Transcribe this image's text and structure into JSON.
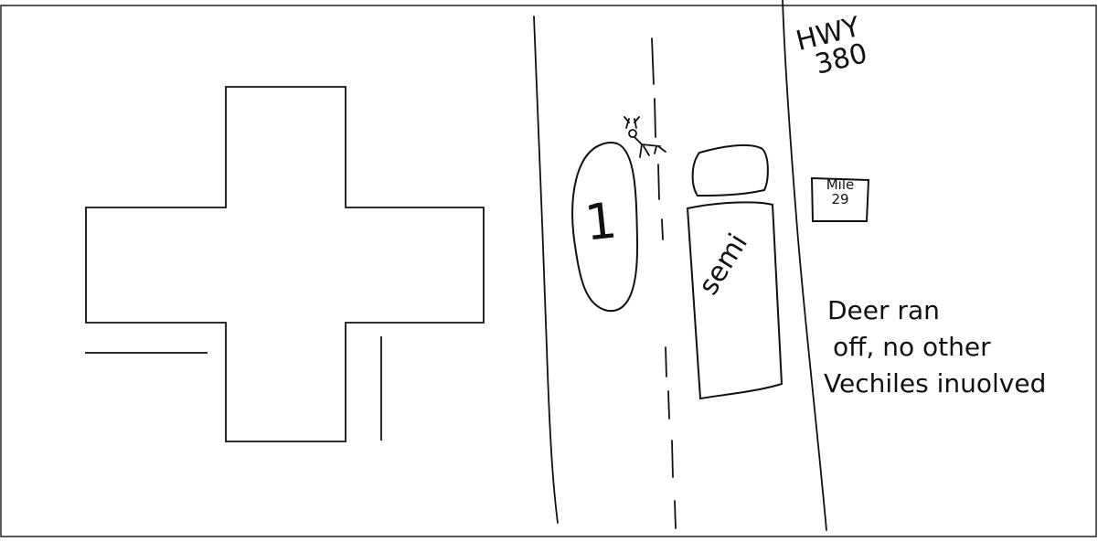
{
  "highway_label": [
    "HWY",
    "380"
  ],
  "mile_marker": [
    "Mile",
    "29"
  ],
  "vehicle_1_label": "1",
  "semi_label": "semi",
  "narrative": [
    "Deer ran",
    "off, no other",
    "Vechiles inuolved"
  ],
  "colors": {
    "ink": "#111111",
    "paper": "#ffffff"
  }
}
